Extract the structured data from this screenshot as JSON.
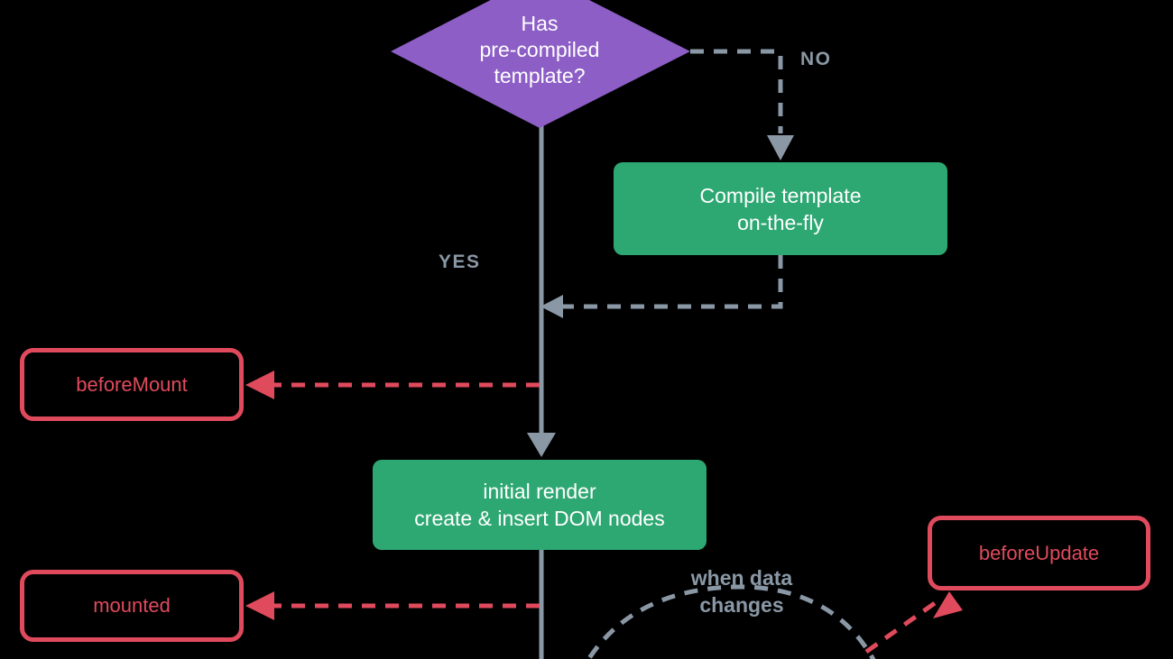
{
  "colors": {
    "background": "#000000",
    "purple": "#8c5ec6",
    "green": "#2ea873",
    "red": "#e04a5d",
    "gray": "#8a98a5",
    "white": "#ffffff"
  },
  "nodes": {
    "decision_line1": "Has",
    "decision_line2": "pre-compiled",
    "decision_line3": "template?",
    "compile_line1": "Compile template",
    "compile_line2": "on-the-fly",
    "render_line1": "initial render",
    "render_line2": "create & insert DOM nodes",
    "before_mount": "beforeMount",
    "mounted": "mounted",
    "before_update": "beforeUpdate"
  },
  "labels": {
    "no": "NO",
    "yes": "YES",
    "when_data_line1": "when data",
    "when_data_line2": "changes"
  }
}
